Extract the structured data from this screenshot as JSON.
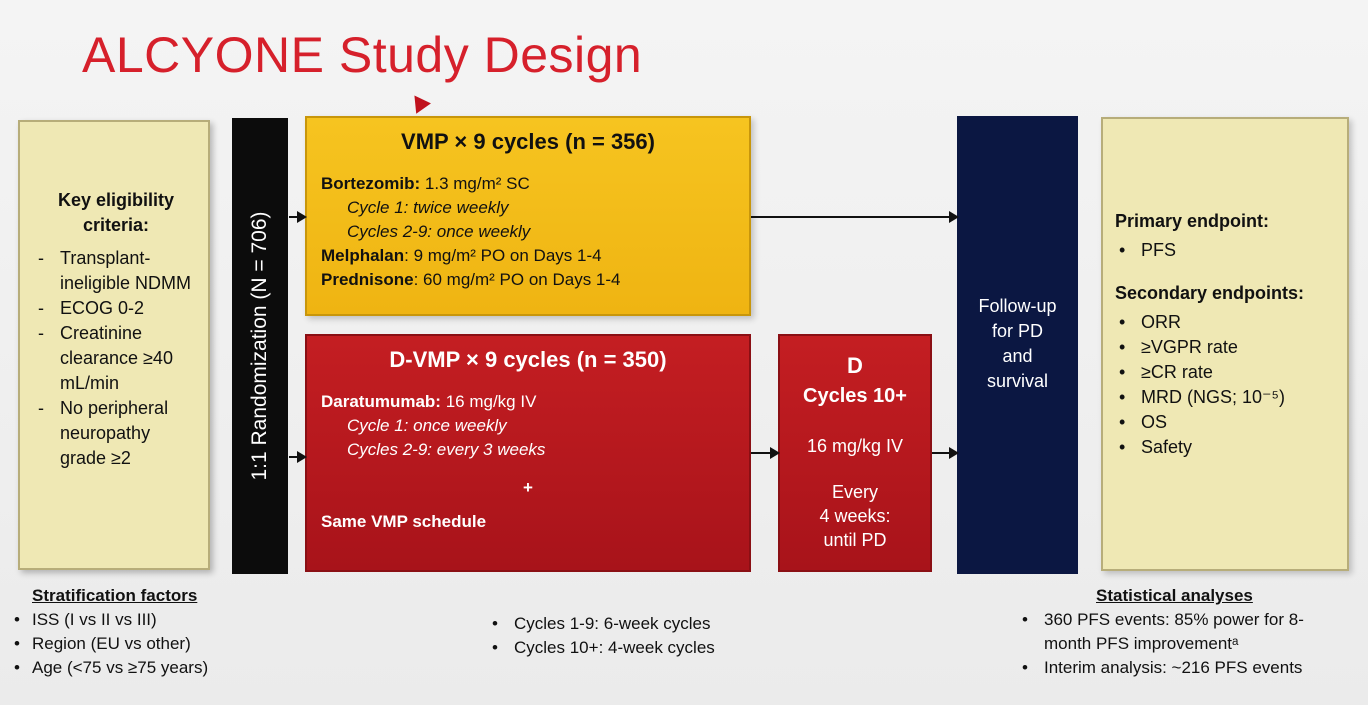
{
  "title": "ALCYONE Study Design",
  "eligibility": {
    "heading": "Key eligibility criteria:",
    "items": [
      "Transplant-ineligible NDMM",
      "ECOG 0-2",
      "Creatinine clearance ≥40 mL/min",
      "No peripheral neuropathy grade ≥2"
    ]
  },
  "randomization": "1:1 Randomization (N = 706)",
  "vmp_arm": {
    "title": "VMP × 9 cycles (n = 356)",
    "bortezomib_drug": "Bortezomib:",
    "bortezomib_dose": " 1.3 mg/m² SC",
    "cycle1": "Cycle 1: twice weekly",
    "cycles2_9": "Cycles 2-9: once weekly",
    "melphalan_drug": "Melphalan",
    "melphalan_dose": ": 9 mg/m² PO on Days 1-4",
    "prednisone_drug": "Prednisone",
    "prednisone_dose": ": 60 mg/m² PO on Days 1-4"
  },
  "dvmp_arm": {
    "title": "D-VMP × 9 cycles (n = 350)",
    "drug": "Daratumumab:",
    "dose": " 16 mg/kg IV",
    "cycle1": "Cycle 1: once weekly",
    "cycles2_9": "Cycles 2-9: every 3 weeks",
    "plus": "+",
    "same": "Same VMP schedule"
  },
  "d_box": {
    "title": "D",
    "cycles": "Cycles 10+",
    "dose": "16 mg/kg IV",
    "every1": "Every",
    "every2": "4 weeks:",
    "every3": "until PD"
  },
  "followup": {
    "line1": "Follow-up",
    "line2": "for PD",
    "line3": "and",
    "line4": "survival"
  },
  "endpoints": {
    "primary_heading": "Primary endpoint:",
    "primary_items": [
      "PFS"
    ],
    "secondary_heading": "Secondary endpoints:",
    "secondary_items": [
      "ORR",
      "≥VGPR rate",
      "≥CR rate",
      "MRD (NGS; 10⁻⁵)",
      "OS",
      "Safety"
    ]
  },
  "stratification": {
    "heading": "Stratification factors",
    "items": [
      "ISS (I vs II vs III)",
      "Region (EU vs other)",
      "Age (<75 vs ≥75 years)"
    ]
  },
  "cycles_notes": [
    "Cycles 1-9: 6-week cycles",
    "Cycles 10+: 4-week cycles"
  ],
  "statistics": {
    "heading": "Statistical analyses",
    "items": [
      "360 PFS events: 85% power for 8-month PFS improvementᵃ",
      "Interim analysis: ~216 PFS events"
    ]
  }
}
